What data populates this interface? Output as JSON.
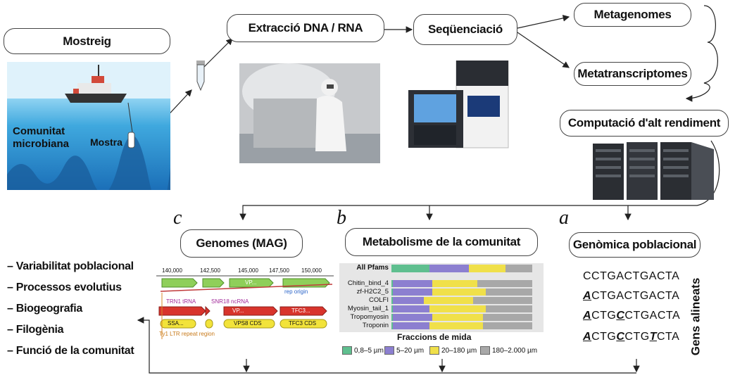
{
  "boxes": {
    "mostreig": "Mostreig",
    "extraccio": "Extracció DNA / RNA",
    "sequenciacio": "Seqüenciació",
    "metagenomes": "Metagenomes",
    "metatranscriptomes": "Metatranscriptomes",
    "computacio": "Computació d'alt rendiment",
    "genomes": "Genomes (MAG)",
    "metabolisme": "Metabolisme de la comunitat",
    "genomica": "Genòmica poblacional"
  },
  "panel_letters": {
    "c": "c",
    "b": "b",
    "a": "a"
  },
  "ocean": {
    "community_label": "Comunitat microbiana",
    "sample_label": "Mostra"
  },
  "outcomes": [
    "– Variabilitat poblacional",
    "– Processos evolutius",
    "– Biogeografia",
    "– Filogènia",
    "– Funció de la comunitat"
  ],
  "genome_panel": {
    "ticks": [
      "140,000",
      "142,500",
      "145,000",
      "147,500",
      "150,000"
    ],
    "features": [
      "VP...",
      "rep origin",
      "TRN1 tRNA",
      "SNR18 ncRNA",
      "VP...",
      "TFC3...",
      "SSA...",
      "VPS8 CDS",
      "TFC3 CDS",
      "Ty1 LTR repeat region"
    ]
  },
  "alignment": {
    "label": "Gens alineats",
    "sequences": [
      {
        "pre": "",
        "hl": "",
        "post": "CCTGACTGACTA"
      },
      {
        "pre": "",
        "hl": "A",
        "post": "CTGACTGACTA"
      },
      {
        "pre": "",
        "hl": "A",
        "mid": "CTG",
        "hl2": "C",
        "post": "CTGACTA"
      },
      {
        "pre": "",
        "hl": "A",
        "mid": "CTG",
        "hl2": "C",
        "mid2": "CTG",
        "hl3": "T",
        "post": "CTA"
      }
    ]
  },
  "chart_data": {
    "type": "bar",
    "orientation": "horizontal-stacked",
    "title": "",
    "xlabel": "Fraccions de mida",
    "categories": [
      "All Pfams",
      "Chitin_bind_4",
      "zf-H2C2_5",
      "COLFI",
      "Myosin_tail_1",
      "Tropomyosin",
      "Troponin"
    ],
    "series": [
      {
        "name": "0,8–5 µm",
        "color": "#5fbf8f",
        "values": [
          0.27,
          0.01,
          0.01,
          0.01,
          0.01,
          0.01,
          0.01
        ]
      },
      {
        "name": "5–20 µm",
        "color": "#8c7fd0",
        "values": [
          0.28,
          0.28,
          0.28,
          0.22,
          0.26,
          0.28,
          0.26
        ]
      },
      {
        "name": "20–180 µm",
        "color": "#f0e04a",
        "values": [
          0.26,
          0.32,
          0.38,
          0.35,
          0.4,
          0.36,
          0.38
        ]
      },
      {
        "name": "180–2.000 µm",
        "color": "#a8a8a8",
        "values": [
          0.19,
          0.39,
          0.33,
          0.42,
          0.33,
          0.35,
          0.35
        ]
      }
    ]
  }
}
